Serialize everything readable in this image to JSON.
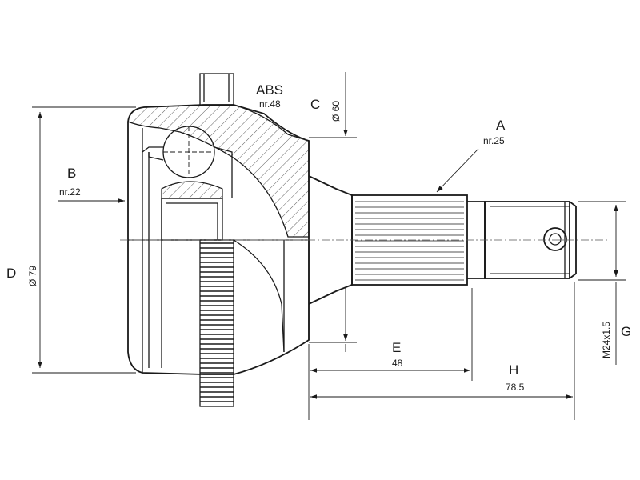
{
  "labels": {
    "abs": "ABS",
    "abs_nr": "nr.48",
    "a": "A",
    "a_nr": "nr.25",
    "b": "B",
    "b_nr": "nr.22",
    "c": "C",
    "c_dim": "Ø 60",
    "d": "D",
    "d_dim": "Ø 79",
    "e": "E",
    "e_dim": "48",
    "h": "H",
    "h_dim": "78.5",
    "g": "G",
    "g_dim": "M24x1.5"
  }
}
